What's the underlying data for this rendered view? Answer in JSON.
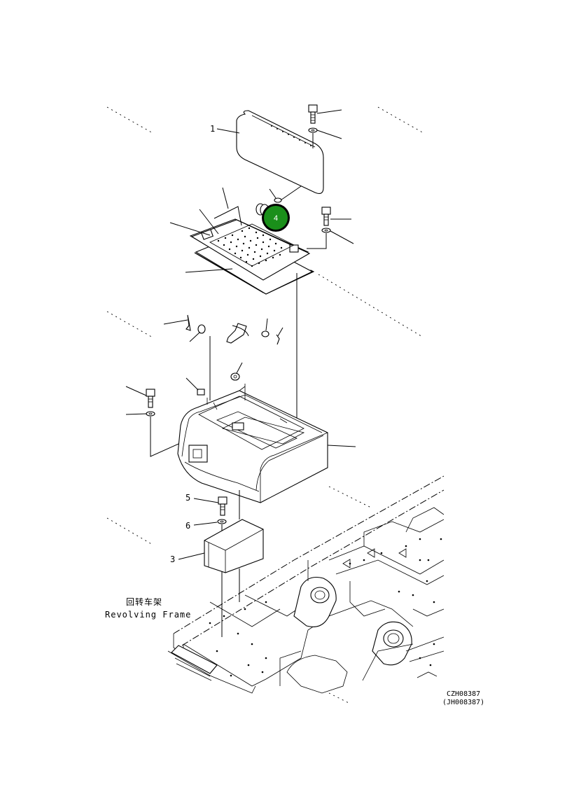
{
  "callouts": {
    "c1": "1",
    "c3": "3",
    "c4": "4",
    "c5": "5",
    "c6": "6"
  },
  "frame_label": {
    "chinese": "回转车架",
    "english": "Revolving Frame"
  },
  "drawing_refs": {
    "primary": "CZH08387",
    "secondary": "(JH008387)"
  },
  "colors": {
    "highlight_fill": "#1a8f1a",
    "highlight_ring": "#000000",
    "line": "#000000",
    "background": "#ffffff"
  }
}
